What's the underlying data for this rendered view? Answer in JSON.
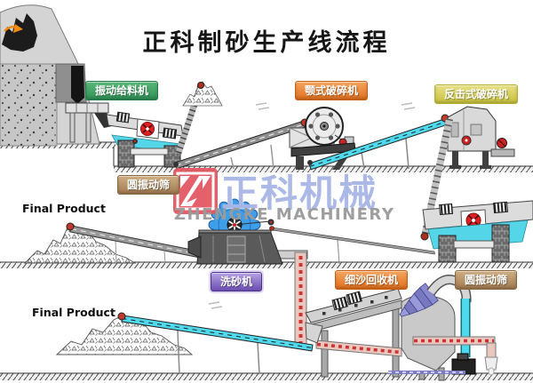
{
  "title": "正科制砂生产线流程",
  "watermark": {
    "brand_cn": "正科机械",
    "brand_en": "ZHENGKE MACHINERY",
    "logo_color": "#e25560",
    "brand_cn_color": "#a9b7e6",
    "brand_en_color": "#9b9b9b"
  },
  "machine_labels": {
    "vibrating_feeder": {
      "text": "振动给料机",
      "color": "#3f9e63"
    },
    "jaw_crusher": {
      "text": "颚式破碎机",
      "color": "#e8813a"
    },
    "impact_crusher": {
      "text": "反击式破碎机",
      "color": "#d6cf55"
    },
    "circular_screen_upper": {
      "text": "圆振动筛",
      "color": "#b3905f"
    },
    "sand_washer": {
      "text": "洗砂机",
      "color": "#7a5cc0"
    },
    "fine_sand_recycler": {
      "text": "细沙回收机",
      "color": "#e8813a"
    },
    "circular_screen_lower": {
      "text": "圆振动筛",
      "color": "#b3905f"
    }
  },
  "annotations": {
    "final_product_upper": "Final Product",
    "final_product_lower": "Final Product"
  },
  "colors": {
    "conveyor_belt_cyan": "#4fd9ec",
    "conveyor_belt_gray": "#8f8f8f",
    "screen_water_cyan": "#55d6e8",
    "wheel_red": "#e02020",
    "washer_wheel_blue": "#3e9ee8",
    "cyclone_purple": "#8888cc",
    "pipe_pink": "#e8c4bc",
    "pipe_dash_red": "#cc3333"
  }
}
